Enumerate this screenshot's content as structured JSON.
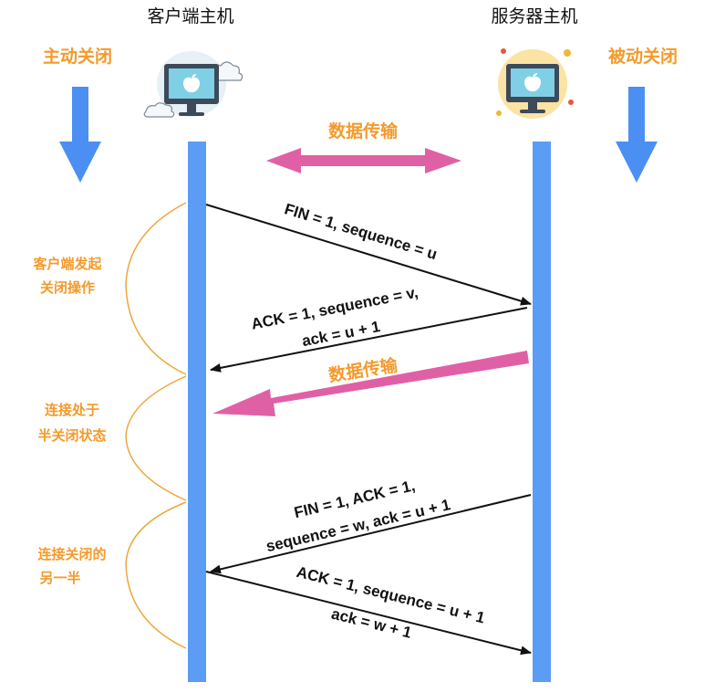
{
  "hosts": {
    "client": "客户端主机",
    "server": "服务器主机"
  },
  "sides": {
    "left": "主动关闭",
    "right": "被动关闭"
  },
  "transfer": {
    "top": "数据传输",
    "middle": "数据传输"
  },
  "phases": [
    {
      "line1": "客户端发起",
      "line2": "关闭操作"
    },
    {
      "line1": "连接处于",
      "line2": "半关闭状态"
    },
    {
      "line1": "连接关闭的",
      "line2": "另一半"
    }
  ],
  "messages": [
    {
      "direction": "client-to-server",
      "line1": "FIN = 1, sequence = u",
      "line2": ""
    },
    {
      "direction": "server-to-client",
      "line1": "ACK = 1, sequence = v,",
      "line2": "ack = u + 1"
    },
    {
      "direction": "server-to-client",
      "line1": "FIN = 1,  ACK = 1,",
      "line2": "sequence = w, ack = u + 1"
    },
    {
      "direction": "client-to-server",
      "line1": "ACK = 1, sequence = u + 1",
      "line2": "ack = w + 1"
    }
  ],
  "colors": {
    "lifeline": "#5b9cf5",
    "side_arrow": "#4b8ff2",
    "transfer_arrow": "#e060a6",
    "label": "#f39a2b",
    "brace": "#f0a63c"
  },
  "icons": {
    "client": "mac-monitor-cloud-icon",
    "server": "mac-monitor-sun-icon"
  }
}
